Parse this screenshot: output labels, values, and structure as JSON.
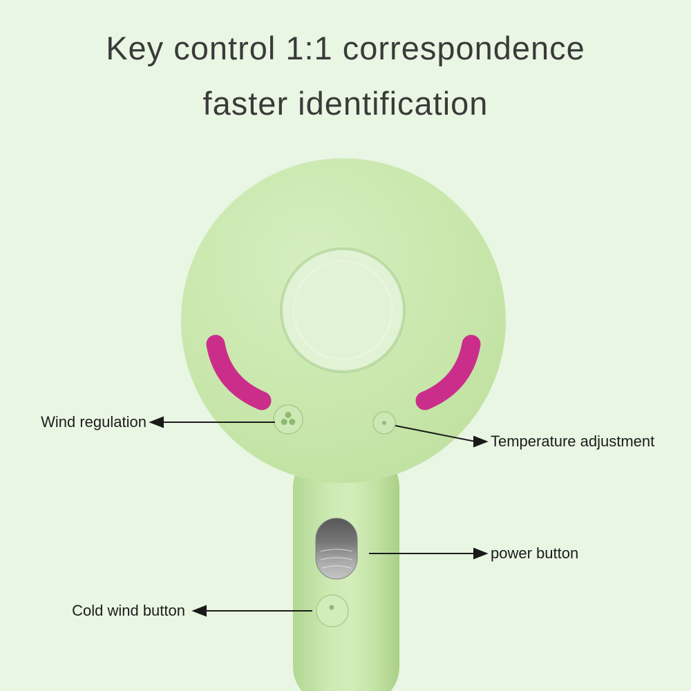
{
  "title": {
    "line1": "Key control 1:1 correspondence",
    "line2": "faster identification"
  },
  "callouts": [
    {
      "id": "wind-regulation",
      "label": "Wind regulation"
    },
    {
      "id": "temperature-adjustment",
      "label": "Temperature adjustment"
    },
    {
      "id": "power-button",
      "label": "power button"
    },
    {
      "id": "cold-wind-button",
      "label": "Cold wind button"
    }
  ],
  "product": {
    "name": "bladeless hair dryer illustration",
    "features_pointed_to": [
      "wind regulation button",
      "temperature adjustment button",
      "power slider button",
      "cold wind button"
    ],
    "colors": {
      "background": "#e9f6e3",
      "body_green": "#c8e6ab",
      "hole_green": "#e1f2d5",
      "accent_magenta": "#cb2e8a",
      "slider_dark": "#585858",
      "slider_light": "#c6c6c6",
      "title_text": "#3a3a3a",
      "label_text": "#1c1c1c"
    }
  }
}
